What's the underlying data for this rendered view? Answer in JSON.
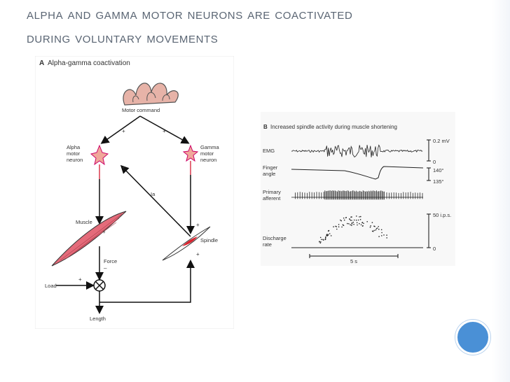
{
  "slide": {
    "title_line1": "Alpha and gamma motor neurons are coactivated",
    "title_line2": "during voluntary movements"
  },
  "panel_a": {
    "label": "A",
    "heading": "Alpha-gamma coactivation",
    "motor_command": "Motor command",
    "alpha_label": [
      "Alpha",
      "motor",
      "neuron"
    ],
    "gamma_label": [
      "Gamma",
      "motor",
      "neuron"
    ],
    "ia": "Ia",
    "muscle": "Muscle",
    "spindle": "Spindle",
    "force": "Force",
    "load": "Load",
    "length": "Length",
    "plus": "+",
    "minus": "–",
    "colors": {
      "muscle": "#e46b7a",
      "neuron": "#f0a89a",
      "brain": "#e7b3a8"
    }
  },
  "panel_b": {
    "label": "B",
    "heading": "Increased spindle activity during muscle shortening",
    "rows": {
      "emg": "EMG",
      "finger_angle": [
        "Finger",
        "angle"
      ],
      "primary_afferent": [
        "Primary",
        "afferent"
      ],
      "discharge_rate": [
        "Discharge",
        "rate"
      ]
    },
    "scales": {
      "emg": "0.2 mV",
      "zero_emg": "0",
      "angle_high": "140°",
      "angle_low": "135°",
      "rate": "50 i.p.s.",
      "zero_rate": "0"
    },
    "time_bar": "5 s"
  }
}
